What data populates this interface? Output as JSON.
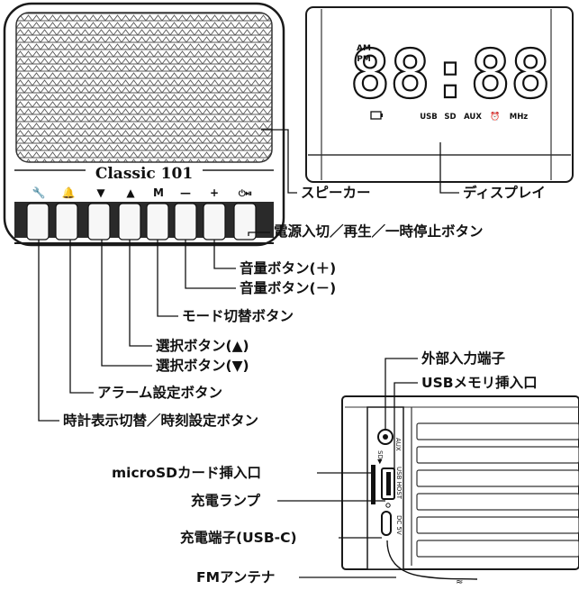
{
  "product": {
    "name": "Classic 101",
    "buttons": [
      "wrench-icon",
      "bell-icon",
      "▼",
      "▲",
      "M",
      "—",
      "+",
      "power-play-pause-icon"
    ]
  },
  "display": {
    "time": "88:88",
    "am": "AM",
    "pm": "PM",
    "indicators": [
      "battery-icon",
      "USB",
      "SD",
      "AUX",
      "alarm-clock-icon",
      "MHz"
    ]
  },
  "side_panel": {
    "aux": "AUX",
    "sd": "SD▶",
    "usb_host": "USB HOST",
    "dc": "DC 5V"
  },
  "callouts": {
    "speaker": "スピーカー",
    "display": "ディスプレイ",
    "power": "電源入切／再生／一時停止ボタン",
    "vol_up": "音量ボタン(＋)",
    "vol_down": "音量ボタン(－)",
    "mode": "モード切替ボタン",
    "select_up": "選択ボタン(▲)",
    "select_down": "選択ボタン(▼)",
    "alarm": "アラーム設定ボタン",
    "clock": "時計表示切替／時刻設定ボタン",
    "aux_in": "外部入力端子",
    "usb_port": "USBメモリ挿入口",
    "microsd": "microSDカード挿入口",
    "charge_lamp": "充電ランプ",
    "charge_port": "充電端子(USB-C)",
    "fm_antenna": "FMアンテナ"
  }
}
